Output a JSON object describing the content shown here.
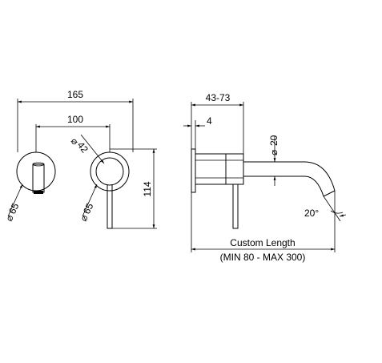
{
  "drawing": {
    "dim_165": "165",
    "dim_100": "100",
    "dim_42": "42",
    "dim_65_left": "65",
    "dim_65_right": "65",
    "dim_114": "114",
    "dim_43_73": "43-73",
    "dim_4": "4",
    "dim_20_dia": "20",
    "dim_20_angle": "20°",
    "custom_length_line1": "Custom Length",
    "custom_length_line2": "(MIN 80 - MAX 300)",
    "diameter_symbol": "⌀"
  }
}
